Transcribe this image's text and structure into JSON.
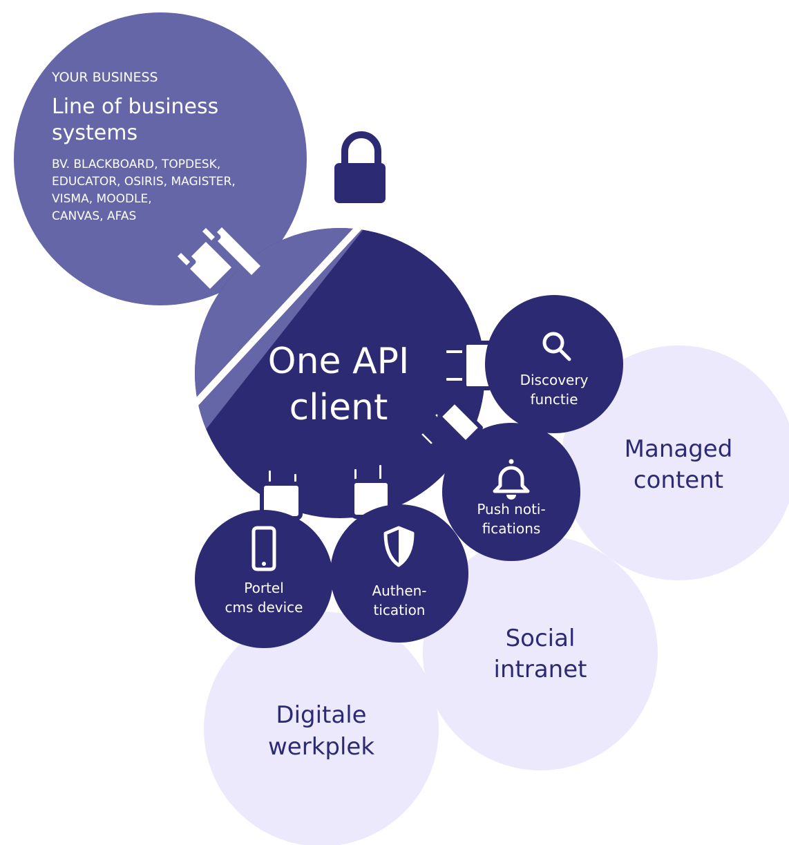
{
  "colors": {
    "background": "#ffffff",
    "light_circle": "#ebe9fb",
    "dark_navy": "#2b2a72",
    "medium_purple": "#6466a7",
    "white": "#ffffff"
  },
  "business": {
    "kicker": "YOUR BUSINESS",
    "title_line1": "Line of business",
    "title_line2": "systems",
    "examples_line1": "BV. BLACKBOARD, TOPDESK,",
    "examples_line2": "EDUCATOR, OSIRIS, MAGISTER,",
    "examples_line3": "VISMA, MOODLE,",
    "examples_line4": "CANVAS, AFAS"
  },
  "core": {
    "line1": "One API",
    "line2": "client"
  },
  "features": {
    "discovery": {
      "line1": "Discovery",
      "line2": "functie",
      "icon": "magnifier-icon"
    },
    "push": {
      "line1": "Push noti-",
      "line2": "fications",
      "icon": "bell-icon"
    },
    "authentication": {
      "line1": "Authen-",
      "line2": "tication",
      "icon": "shield-icon"
    },
    "portal": {
      "line1": "Portel",
      "line2": "cms device",
      "icon": "smartphone-icon"
    },
    "security_icon": "padlock-icon"
  },
  "destinations": {
    "managed_content": {
      "line1": "Managed",
      "line2": "content"
    },
    "social_intranet": {
      "line1": "Social",
      "line2": "intranet"
    },
    "digital_workplace": {
      "line1": "Digitale",
      "line2": "werkplek"
    }
  }
}
